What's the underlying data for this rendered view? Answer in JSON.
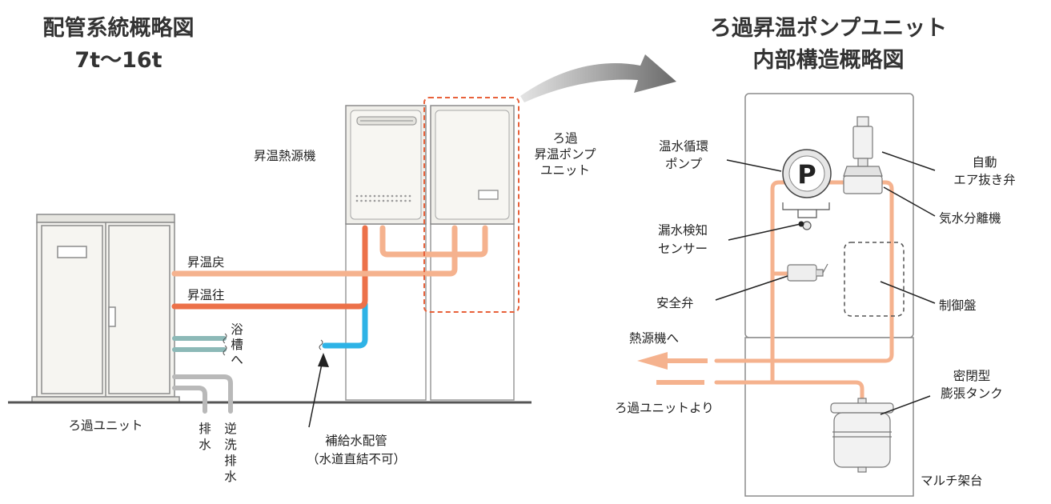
{
  "left_title": {
    "line1": "配管系統概略図",
    "line2": "7t〜16t"
  },
  "right_title": {
    "line1": "ろ過昇温ポンプユニット",
    "line2": "内部構造概略図"
  },
  "left_labels": {
    "heat_source": "昇温熱源機",
    "pump_unit_1": "ろ過",
    "pump_unit_2": "昇温ポンプ",
    "pump_unit_3": "ユニット",
    "return_line": "昇温戻",
    "supply_line": "昇温往",
    "bath_1": "浴",
    "bath_2": "槽",
    "bath_3": "へ",
    "filter_unit": "ろ過ユニット",
    "drain_1": "排",
    "drain_2": "水",
    "backwash_1": "逆",
    "backwash_2": "洗",
    "backwash_3": "排",
    "backwash_4": "水",
    "makeup_1": "補給水配管",
    "makeup_2": "（水道直結不可）"
  },
  "right_labels": {
    "pump_1": "温水循環",
    "pump_2": "ポンプ",
    "pump_symbol": "P",
    "air_vent_1": "自動",
    "air_vent_2": "エア抜き弁",
    "separator": "気水分離機",
    "leak_1": "漏水検知",
    "leak_2": "センサー",
    "safety_valve": "安全弁",
    "control_panel": "制御盤",
    "to_heat_source": "熱源機へ",
    "from_filter": "ろ過ユニットより",
    "tank_1": "密閉型",
    "tank_2": "膨張タンク",
    "rack": "マルチ架台"
  },
  "colors": {
    "return_pipe": "#f5b28e",
    "supply_pipe": "#ec7149",
    "makeup_pipe": "#2eb3e6",
    "bath_pipe": "#8cb9b7",
    "drain_pipe": "#b9b9b9",
    "unit_fill": "#f3f2ee",
    "outline": "#8c8c8c",
    "highlight_box": "#e8613a",
    "title": "#333333"
  },
  "icons": {
    "arrow": "curved-arrow-icon",
    "pump": "pump-icon"
  }
}
